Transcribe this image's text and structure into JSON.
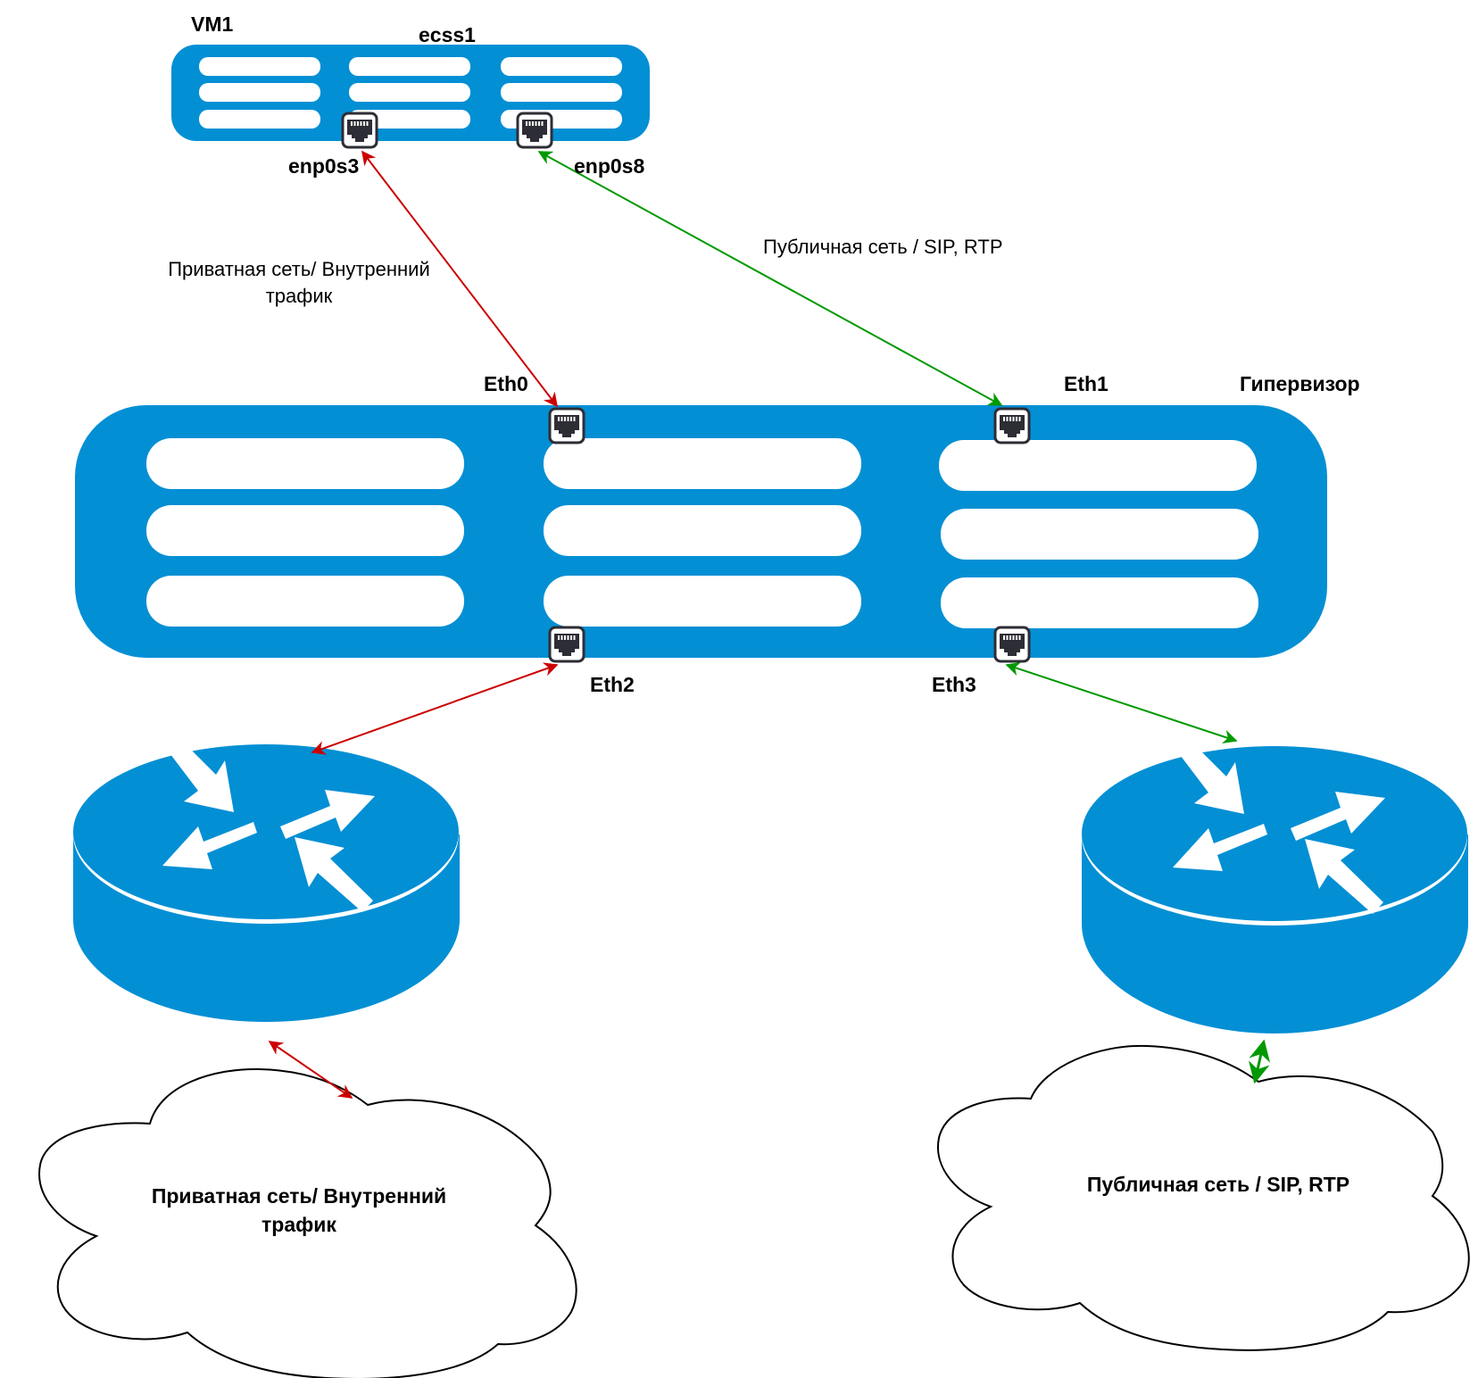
{
  "vm": {
    "name": "VM1",
    "host": "ecss1",
    "ports": [
      {
        "name": "enp0s3"
      },
      {
        "name": "enp0s8"
      }
    ]
  },
  "hypervisor": {
    "name": "Гипервизор",
    "ports": [
      {
        "name": "Eth0"
      },
      {
        "name": "Eth1"
      },
      {
        "name": "Eth2"
      },
      {
        "name": "Eth3"
      }
    ]
  },
  "links": {
    "private": {
      "label_line1": "Приватная сеть/ Внутренний",
      "label_line2": "трафик",
      "color": "#cc0000"
    },
    "public": {
      "label": "Публичная сеть / SIP, RTP",
      "color": "#009900"
    }
  },
  "clouds": {
    "private": {
      "line1": "Приватная сеть/ Внутренний",
      "line2": "трафик"
    },
    "public": {
      "line1": "Публичная сеть / SIP, RTP"
    }
  },
  "colors": {
    "device_blue": "#038fd4",
    "port_dark": "#2d2d35"
  }
}
